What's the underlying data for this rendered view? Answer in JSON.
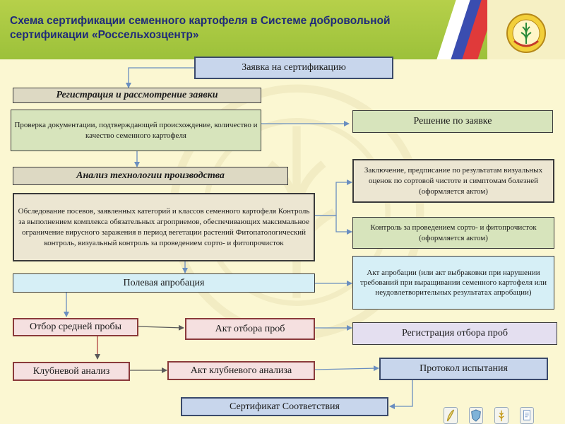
{
  "header": {
    "title": "Схема сертификации семенного картофеля в Системе добровольной сертификации «Россельхозцентр»",
    "flag_colors": [
      "#ffffff",
      "#3a4db0",
      "#e03a3a"
    ],
    "emblem_icon": "wheat-wreath-emblem-icon"
  },
  "nodes": {
    "application": "Заявка на сертификацию",
    "registration": "Регистрация и рассмотрение заявки",
    "doc_check": "Проверка документации, подтверждающей происхождение, количество и качество семенного картофеля",
    "decision": "Решение по заявке",
    "tech_analysis": "Анализ технологии производства",
    "survey": "Обследование посевов, заявленных категорий и классов семенного картофеля Контроль за выполнением комплекса обязательных агроприемов, обеспечивающих максимальное ограничение вирусного заражения в период вегетации растений Фитопатологический контроль, визуальный контроль за проведением сорто- и фитопрочисток",
    "conclusion": "Заключение, предписание по результатам визуальных оценок по сортовой чистоте и симптомам болезней (оформляется актом)",
    "control": "Контроль за проведением сорто- и фитопрочисток (оформляется актом)",
    "field_approbation": "Полевая апробация",
    "approbation_act": "Акт апробации (или акт выбраковки при нарушении требований при выращивании семенного картофеля или неудовлетворительных результатах апробации)",
    "sample_selection": "Отбор средней пробы",
    "sample_act": "Акт отбора проб",
    "sample_registration": "Регистрация отбора проб",
    "tuber_analysis": "Клубневой анализ",
    "tuber_act": "Акт клубневого анализа",
    "test_protocol": "Протокол испытания",
    "certificate": "Сертификат Соответствия"
  },
  "colors": {
    "background": "#fbf7d2",
    "header_green": "#9cc13a",
    "title_blue": "#1f2a7a",
    "box_blue": "#c8d6ec",
    "box_green": "#d7e4bc",
    "box_teal": "#d6eff6",
    "box_pink": "#f5e0e0",
    "arrow_blue": "#6a8ec0"
  },
  "footer_icons": [
    "quill-icon",
    "shield-icon",
    "wheat-icon",
    "document-icon"
  ]
}
